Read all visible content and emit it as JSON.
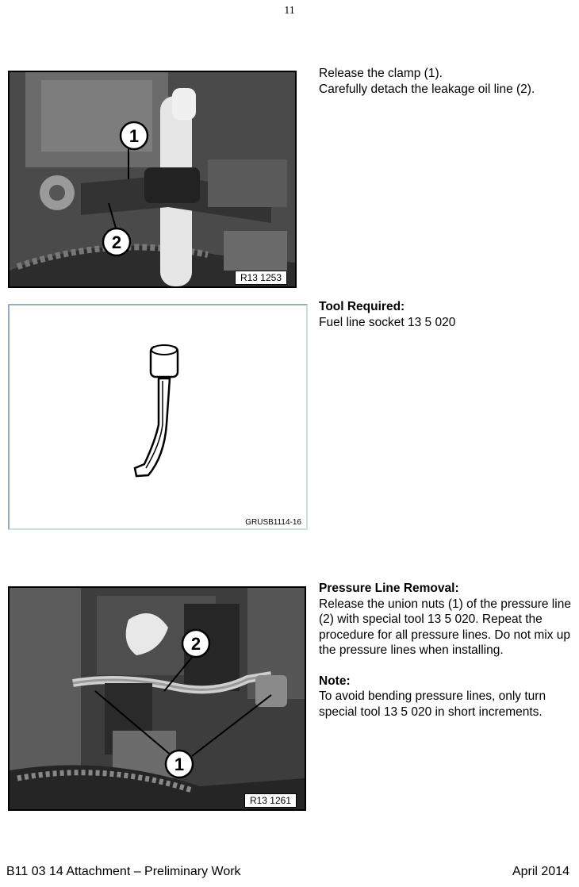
{
  "page_number": "11",
  "sections": [
    {
      "image_ref": "R13 1253",
      "callouts": [
        "1",
        "2"
      ],
      "lines": [
        "Release the clamp (1).",
        "Carefully detach the leakage oil line (2)."
      ]
    },
    {
      "image_ref": "GRUSB1114-16",
      "heading": "Tool Required:",
      "lines": [
        "Fuel line socket 13 5 020"
      ]
    },
    {
      "image_ref": "R13 1261",
      "callouts": [
        "2",
        "1"
      ],
      "heading": "Pressure Line Removal:",
      "lines": [
        "Release the union nuts (1) of the pressure line (2) with special tool 13 5 020.  Repeat the procedure for all pressure lines. Do not mix up the pressure lines when installing."
      ],
      "note_heading": "Note:",
      "note_lines": [
        "To avoid bending pressure lines, only turn special tool 13 5 020 in short increments."
      ]
    }
  ],
  "footer": {
    "left": "B11 03 14 Attachment – Preliminary Work",
    "right": "April 2014"
  }
}
